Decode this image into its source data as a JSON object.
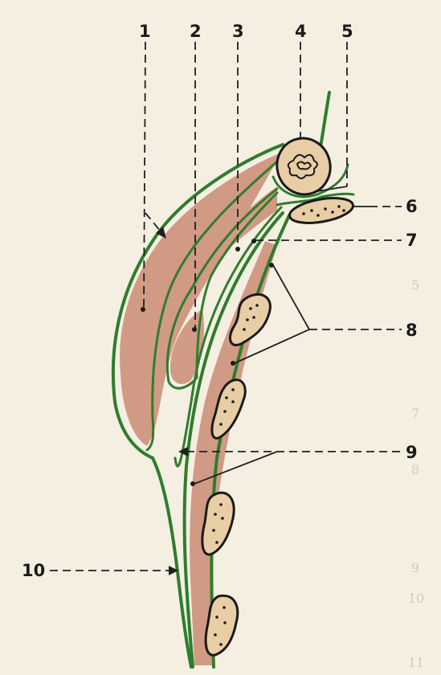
{
  "labels": {
    "l1": "1",
    "l2": "2",
    "l3": "3",
    "l4": "4",
    "l5": "5",
    "l6": "6",
    "l7": "7",
    "l8": "8",
    "l9": "9",
    "l10": "10"
  },
  "show_through": {
    "g1": "5",
    "g2": "7",
    "g3": "8",
    "g4": "9",
    "g5": "10",
    "g6": "11"
  },
  "colors": {
    "background": "#f5efe2",
    "fascia": "#2e7d2e",
    "muscle": "#d19a85",
    "lymph_node": "#e8cda5"
  }
}
